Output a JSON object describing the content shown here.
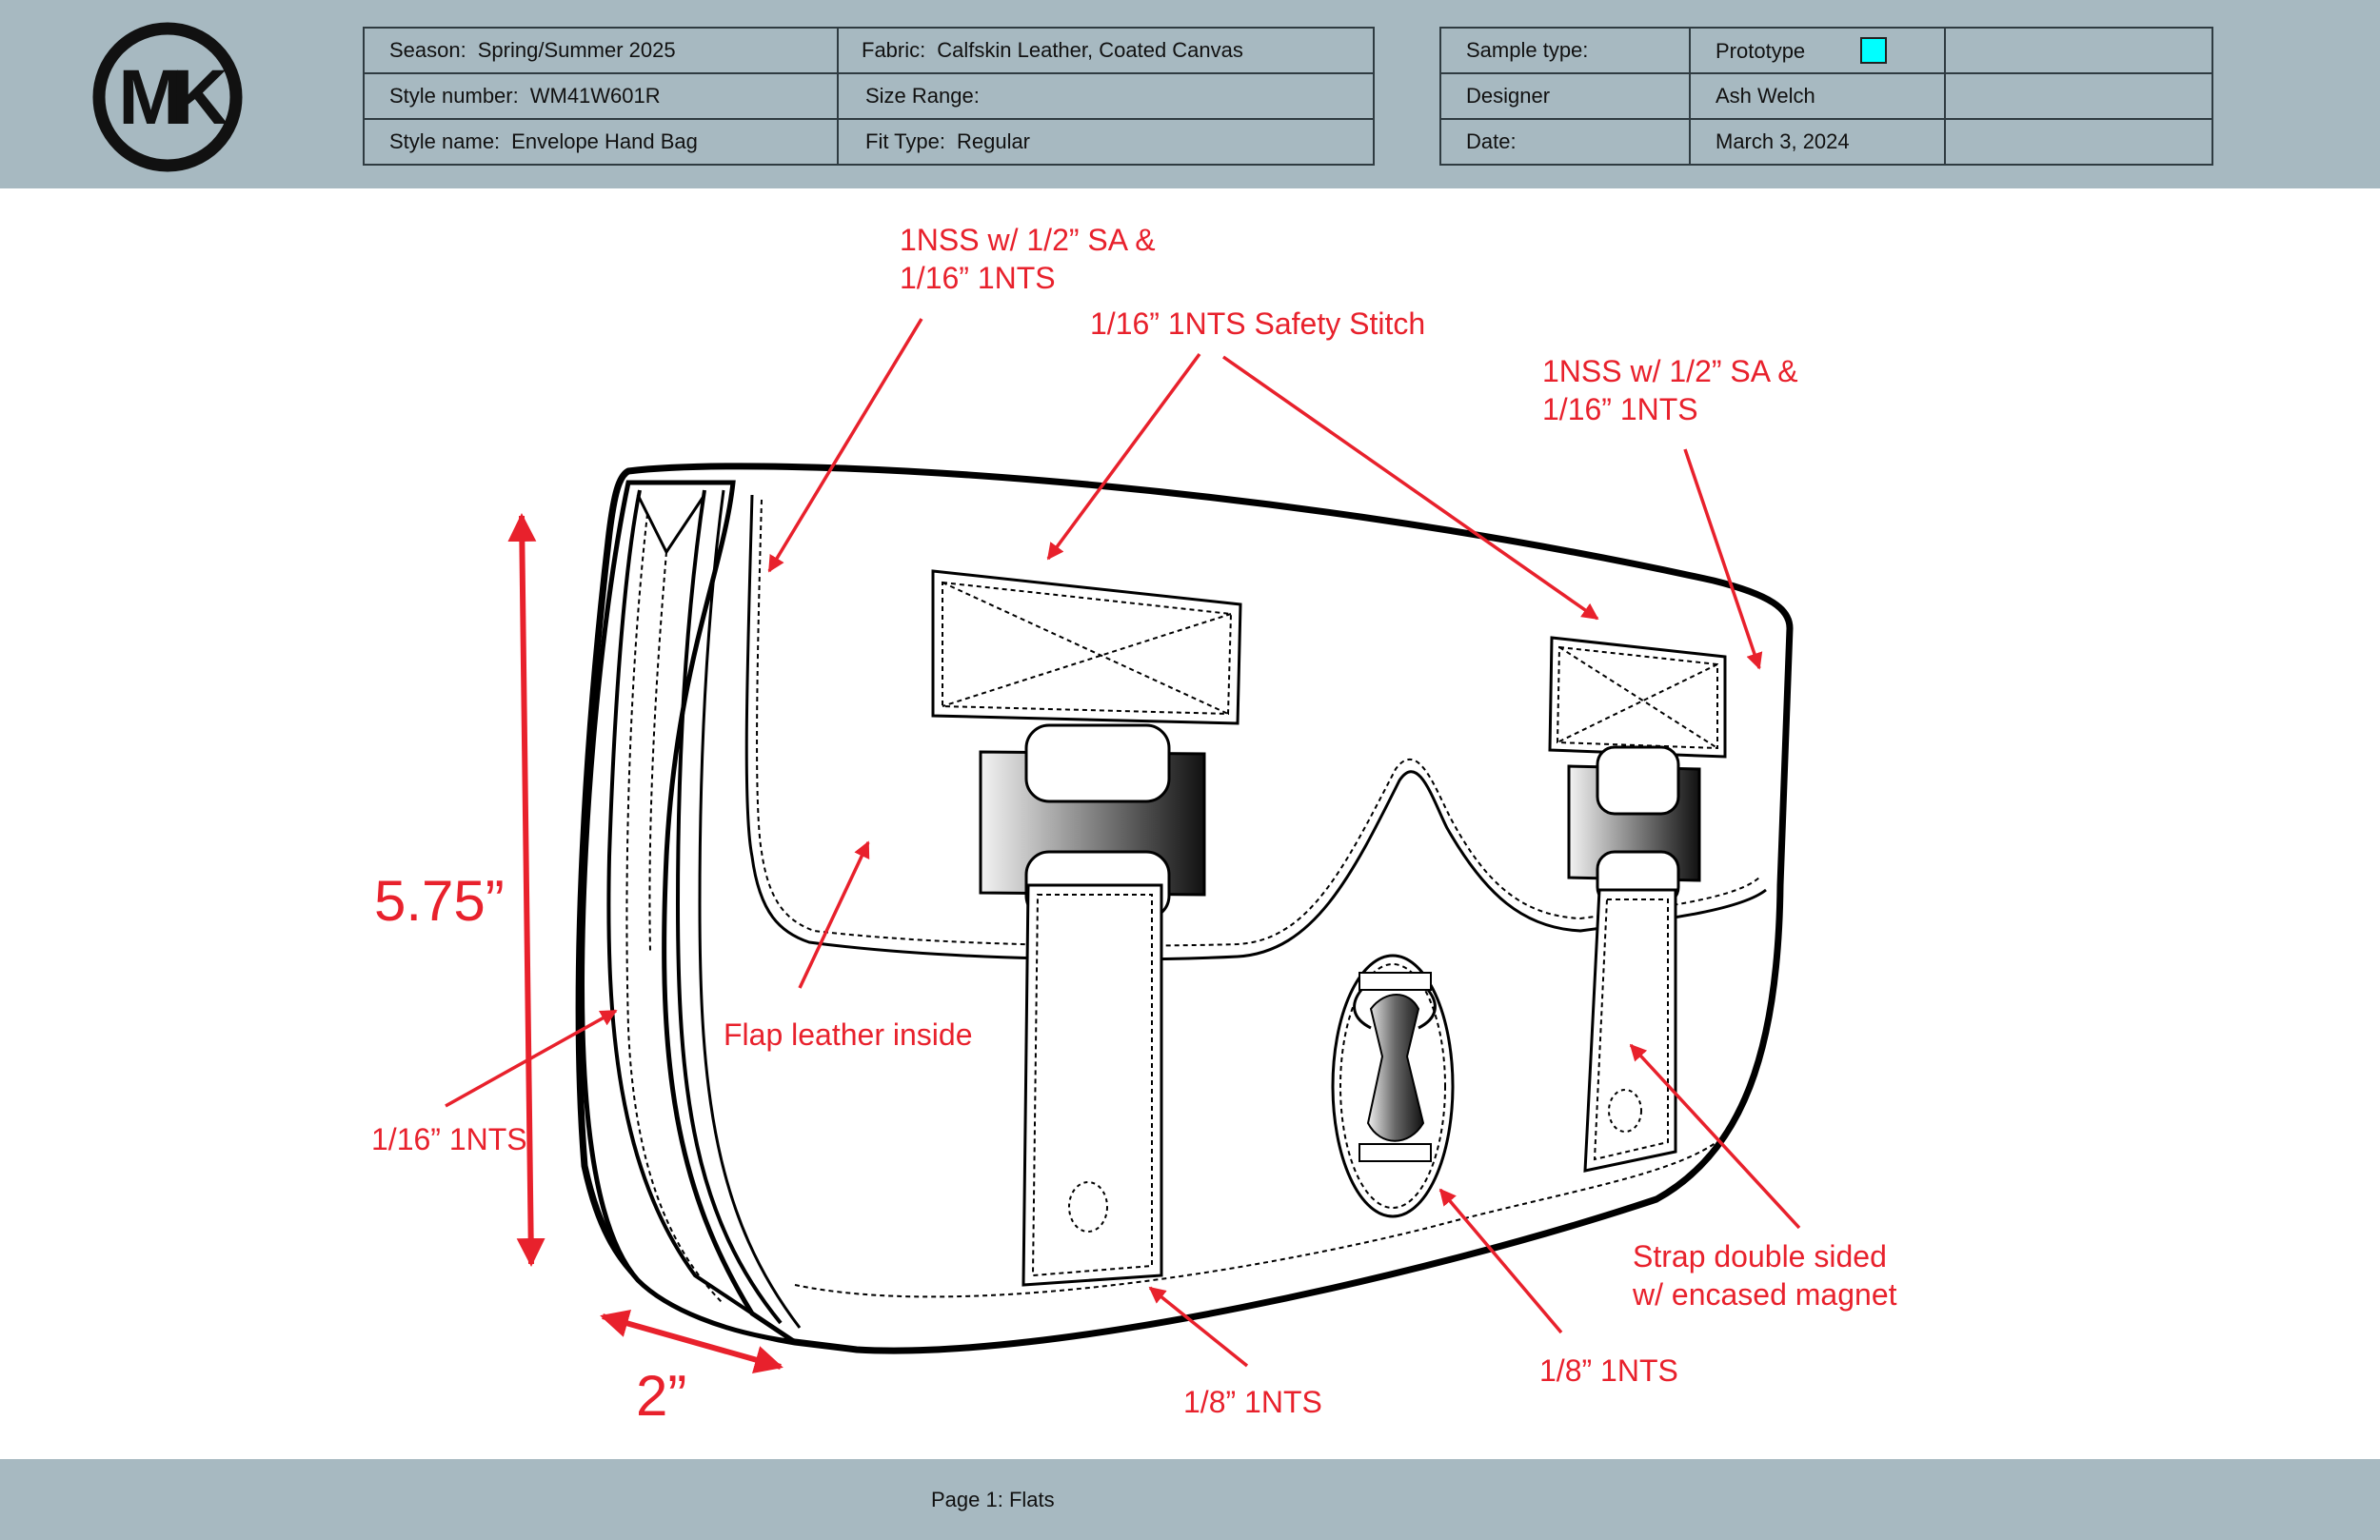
{
  "header": {
    "logo_text": "MK",
    "season_label": "Season:",
    "season_value": "Spring/Summer 2025",
    "fabric_label": "Fabric:",
    "fabric_value": "Calfskin Leather, Coated Canvas",
    "style_number_label": "Style number:",
    "style_number_value": "WM41W601R",
    "size_range_label": "Size Range:",
    "size_range_value": "",
    "style_name_label": "Style name:",
    "style_name_value": "Envelope Hand Bag",
    "fit_type_label": "Fit Type:",
    "fit_type_value": "Regular",
    "sample_type_label": "Sample type:",
    "sample_type_value": "Prototype",
    "designer_label": "Designer",
    "designer_value": "Ash Welch",
    "date_label": "Date:",
    "date_value": "March 3, 2024"
  },
  "annotations": {
    "nss_left_line1": "1NSS w/ 1/2” SA &",
    "nss_left_line2": "1/16” 1NTS",
    "safety_stitch": "1/16” 1NTS Safety Stitch",
    "nss_right_line1": "1NSS w/ 1/2” SA &",
    "nss_right_line2": "1/16” 1NTS",
    "flap_leather": "Flap leather inside",
    "nts_side": "1/16” 1NTS",
    "strap_line1": "Strap double sided",
    "strap_line2": "w/ encased magnet",
    "nts_bottom": "1/8” 1NTS",
    "nts_clasp": "1/8” 1NTS"
  },
  "dimensions": {
    "height": "5.75”",
    "depth": "2”"
  },
  "footer": {
    "page_label": "Page 1: Flats"
  },
  "colors": {
    "band": "#a7b9c1",
    "annotation": "#e8212c",
    "swatch": "#00ffff"
  }
}
